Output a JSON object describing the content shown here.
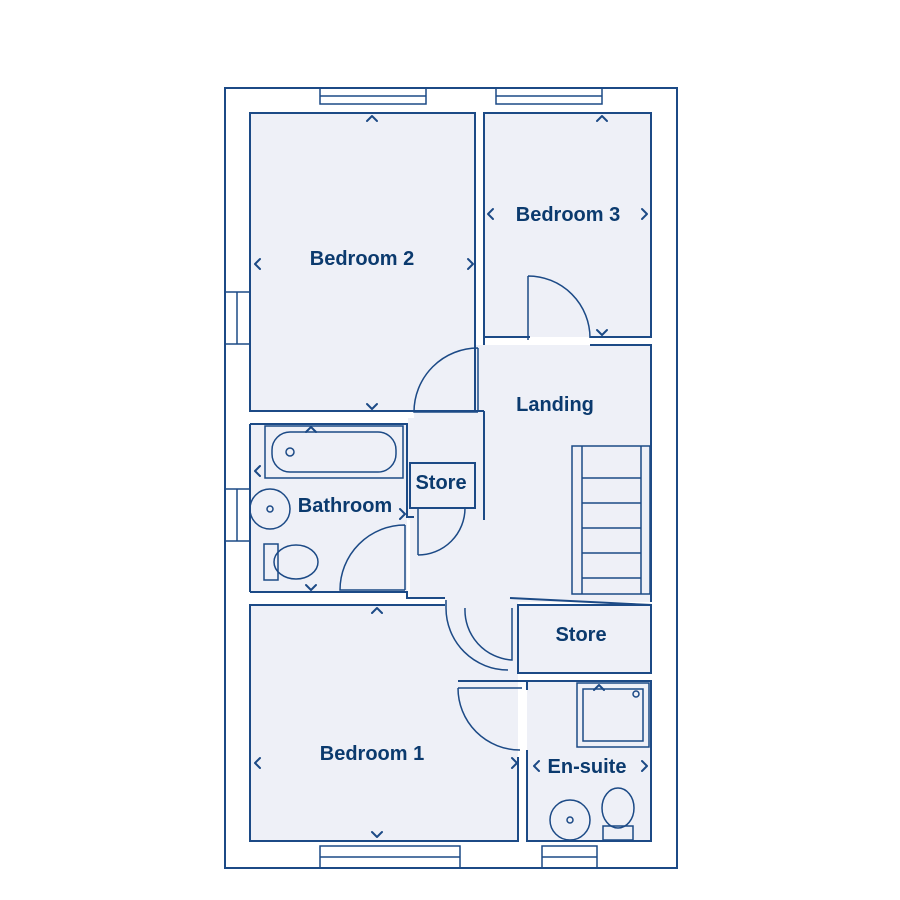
{
  "colors": {
    "line": "#1c4a86",
    "room_fill": "#eef0f7",
    "label": "#0b3a6e",
    "background": "#ffffff"
  },
  "rooms": {
    "bedroom2": "Bedroom 2",
    "bedroom3": "Bedroom 3",
    "landing": "Landing",
    "store_upper": "Store",
    "bathroom": "Bathroom",
    "store_lower": "Store",
    "bedroom1": "Bedroom 1",
    "ensuite": "En-suite"
  }
}
